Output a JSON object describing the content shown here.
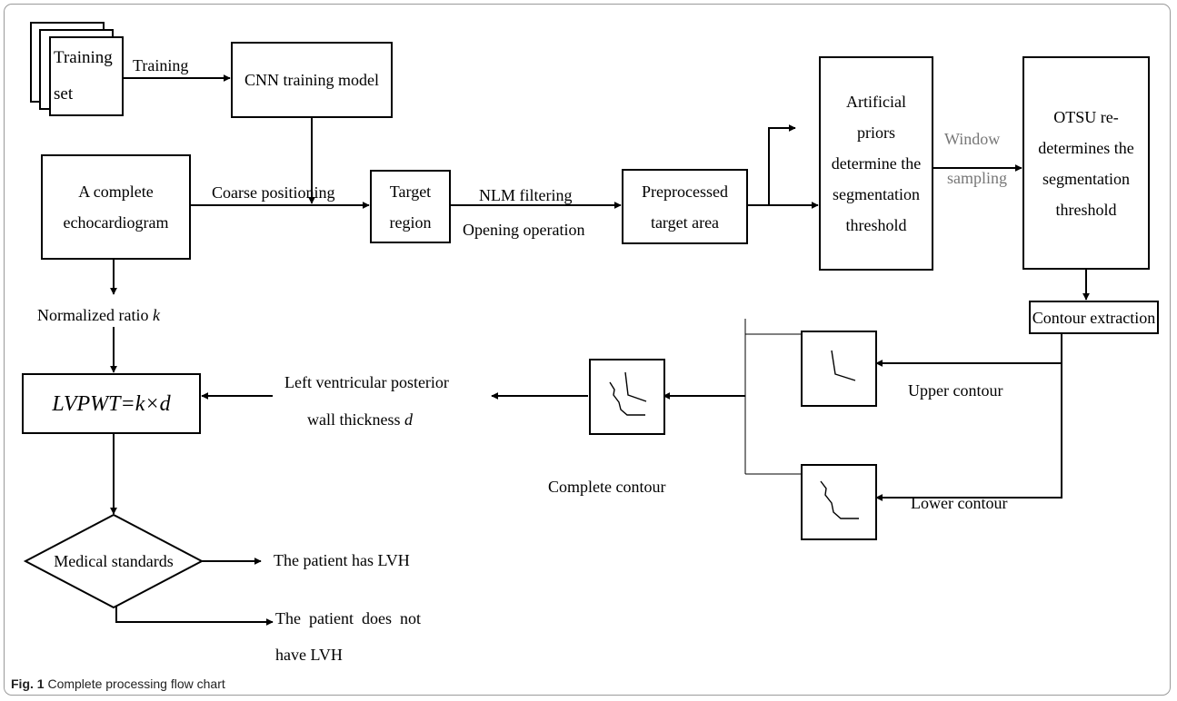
{
  "nodes": {
    "training_set": "Training set",
    "cnn_model": "CNN training model",
    "complete_echo": "A complete echocardiogram",
    "target_region": "Target region",
    "preprocessed": "Preprocessed target area",
    "artificial_priors": "Artificial priors determine the segmentation threshold",
    "otsu": "OTSU re-determines the segmentation threshold",
    "contour_extraction": "Contour extraction",
    "lvpwt_formula": "LVPWT=k×d",
    "medical_standards": "Medical standards"
  },
  "labels": {
    "training": "Training",
    "coarse_positioning": "Coarse positioning",
    "nlm_filtering": "NLM filtering",
    "opening_operation": "Opening operation",
    "window_sampling_1": "Window",
    "window_sampling_2": "sampling",
    "normalized_ratio": "Normalized ratio",
    "normalized_ratio_var": "k",
    "upper_contour": "Upper contour",
    "lower_contour": "Lower contour",
    "complete_contour": "Complete contour",
    "wall_thickness_1": "Left ventricular posterior",
    "wall_thickness_2": "wall thickness",
    "wall_thickness_var": "d",
    "has_lvh": "The patient has LVH",
    "no_lvh_1": "The  patient  does  not",
    "no_lvh_2": "have LVH"
  },
  "caption": {
    "fig": "Fig. 1",
    "text": "Complete processing flow chart"
  },
  "icons": [
    "upper-contour-icon",
    "lower-contour-icon",
    "complete-contour-icon"
  ],
  "colors": {
    "line": "#000000",
    "frame": "#9a9a9a",
    "gray_label": "#777777"
  }
}
